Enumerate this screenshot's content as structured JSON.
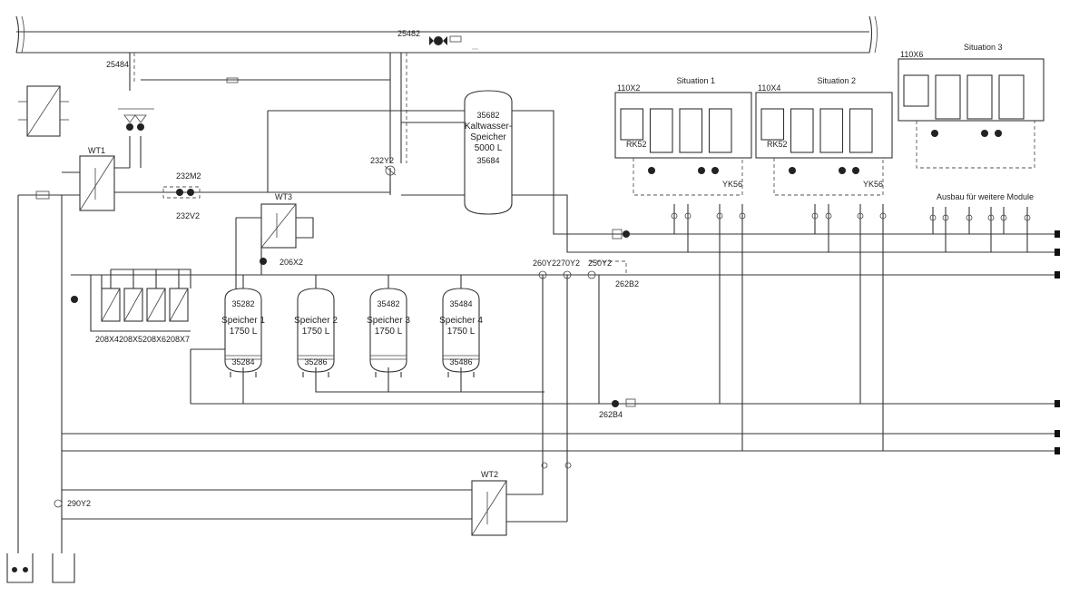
{
  "pipeline_ids": {
    "p25482": "25482",
    "p25484": "25484",
    "p232y2": "232Y2",
    "p232m2": "232M2",
    "p232v2": "232V2",
    "p206x2": "206X2",
    "p260y2": "260Y2",
    "p270y2": "270Y2",
    "p250y2": "250Y2",
    "p262b2": "262B2",
    "p262b4": "262B4",
    "p290y2": "290Y2"
  },
  "heat_exchangers": {
    "wt1": "WT1",
    "wt2": "WT2",
    "wt3": "WT3"
  },
  "cold_tank": {
    "top_id": "35682",
    "name": "Kaltwasser-",
    "name2": "Speicher",
    "volume": "5000 L",
    "bottom_id": "35684"
  },
  "tanks": [
    {
      "top_id": "35282",
      "name": "Speicher 1",
      "volume": "1750 L",
      "bottom_id": "35284"
    },
    {
      "top_id": "",
      "name": "Speicher 2",
      "volume": "1750 L",
      "bottom_id": "35286"
    },
    {
      "top_id": "35482",
      "name": "Speicher 3",
      "volume": "1750 L",
      "bottom_id": ""
    },
    {
      "top_id": "35484",
      "name": "Speicher 4",
      "volume": "1750 L",
      "bottom_id": "35486"
    }
  ],
  "pumps_bottom_labels": [
    "208X4",
    "208X5",
    "208X6",
    "208X7"
  ],
  "stations": [
    {
      "title": "Situation 1",
      "id": "110X2",
      "valve": "RK52",
      "v2": "YK56"
    },
    {
      "title": "Situation 2",
      "id": "110X4",
      "valve": "RK52",
      "v2": "YK56"
    },
    {
      "title": "Situation 3",
      "id": "110X6"
    }
  ],
  "expansion_label": "Ausbau für weitere Module"
}
